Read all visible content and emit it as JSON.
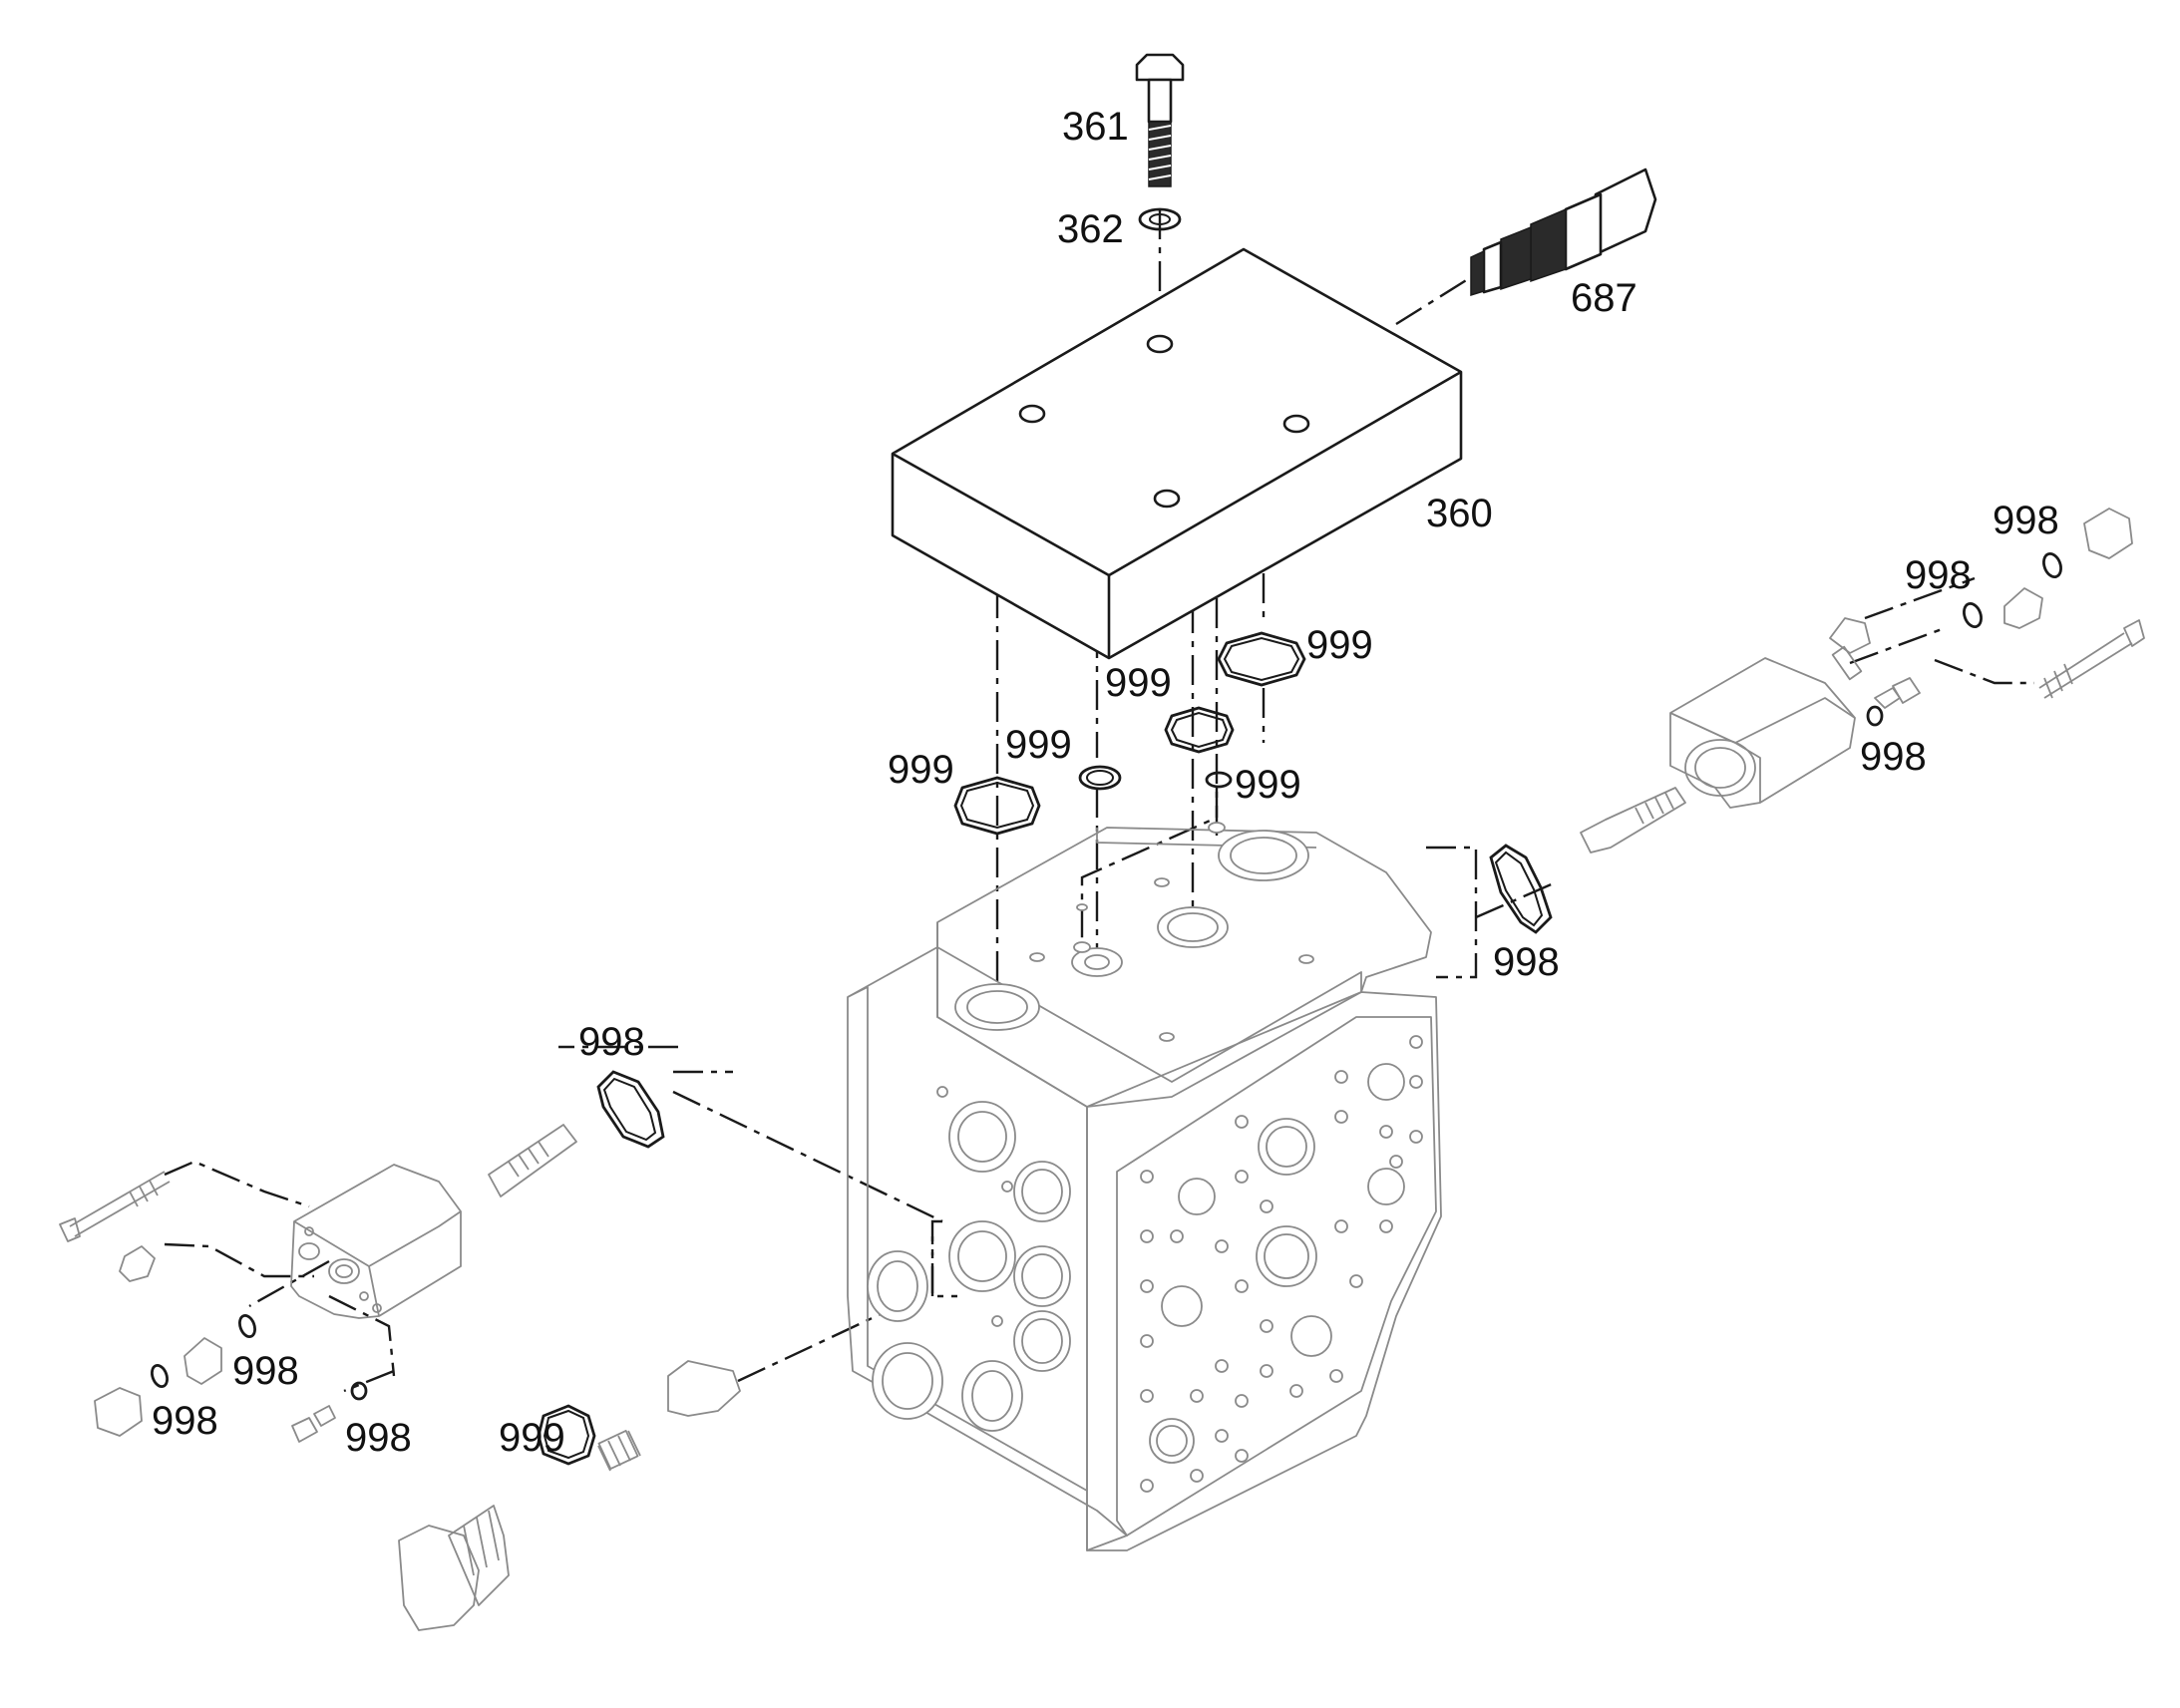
{
  "callouts": {
    "c361": "361",
    "c362": "362",
    "c687": "687",
    "c360": "360",
    "c999_a": "999",
    "c999_b": "999",
    "c999_c": "999",
    "c999_d": "999",
    "c999_e": "999",
    "c999_f": "999",
    "c998_a": "998",
    "c998_b": "998",
    "c998_c": "998",
    "c998_d": "998",
    "c998_e": "998",
    "c998_f": "998",
    "c998_g": "998",
    "c998_h": "998"
  }
}
